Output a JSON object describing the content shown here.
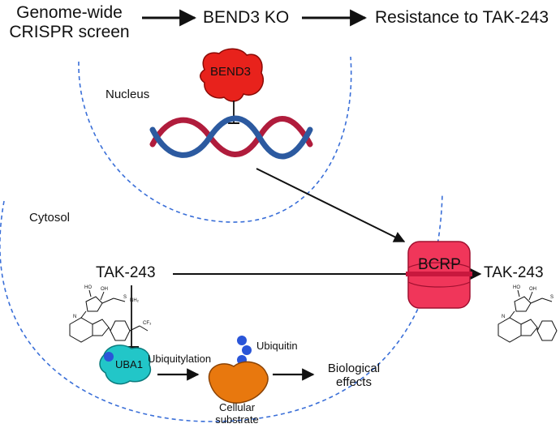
{
  "header": {
    "step1_line1": "Genome-wide",
    "step1_line2": "CRISPR screen",
    "step2": "BEND3 KO",
    "step3": "Resistance to TAK-243"
  },
  "compartments": {
    "nucleus": "Nucleus",
    "cytosol": "Cytosol"
  },
  "proteins": {
    "bend3": "BEND3",
    "bcrp": "BCRP",
    "uba1": "UBA1"
  },
  "drug": {
    "inside": "TAK-243",
    "outside": "TAK-243"
  },
  "pathway": {
    "ubiquitylation": "Ubiquitylation",
    "ubiquitin": "Ubiquitin",
    "substrate_line1": "Cellular",
    "substrate_line2": "substrate",
    "effects_line1": "Biological",
    "effects_line2": "effects"
  },
  "colors": {
    "bend3_fill": "#e8221c",
    "bcrp_fill": "#f0365a",
    "uba1_fill": "#22c6c8",
    "substrate_fill": "#e8780e",
    "ubiquitin_blue": "#2a55d8",
    "dna_red": "#b01c3c",
    "dna_blue": "#2c5aa0",
    "membrane_dash": "#3a6fd8"
  }
}
